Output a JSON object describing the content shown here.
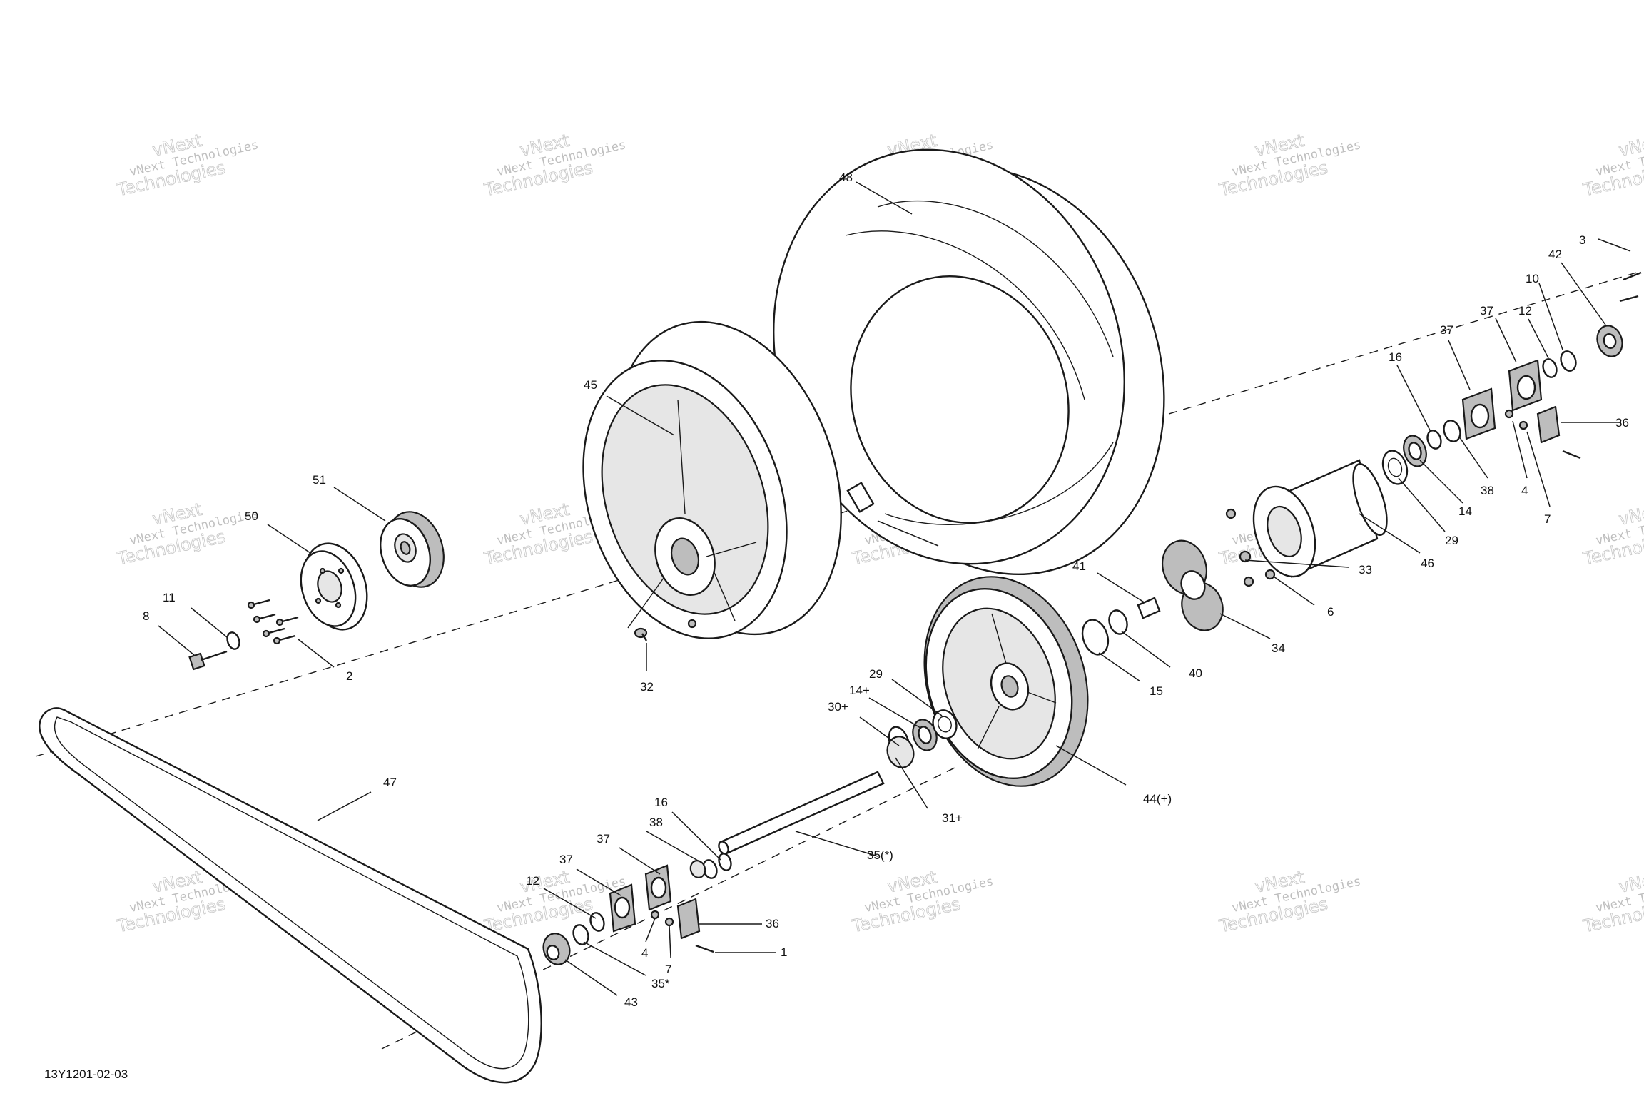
{
  "drawing_number": "13Y1201-02-03",
  "watermark": {
    "line1": "vNext Technologies",
    "line2": "vNext",
    "line3": "Technologies"
  },
  "callouts": [
    {
      "id": "c-48",
      "text": "48"
    },
    {
      "id": "c-45",
      "text": "45"
    },
    {
      "id": "c-51",
      "text": "51"
    },
    {
      "id": "c-50",
      "text": "50"
    },
    {
      "id": "c-11",
      "text": "11"
    },
    {
      "id": "c-8",
      "text": "8"
    },
    {
      "id": "c-2",
      "text": "2"
    },
    {
      "id": "c-32",
      "text": "32"
    },
    {
      "id": "c-3",
      "text": "3"
    },
    {
      "id": "c-42",
      "text": "42"
    },
    {
      "id": "c-10",
      "text": "10"
    },
    {
      "id": "c-37a",
      "text": "37"
    },
    {
      "id": "c-12a",
      "text": "12"
    },
    {
      "id": "c-37b",
      "text": "37"
    },
    {
      "id": "c-16a",
      "text": "16"
    },
    {
      "id": "c-36a",
      "text": "36"
    },
    {
      "id": "c-38a",
      "text": "38"
    },
    {
      "id": "c-4a",
      "text": "4"
    },
    {
      "id": "c-7a",
      "text": "7"
    },
    {
      "id": "c-14a",
      "text": "14"
    },
    {
      "id": "c-29a",
      "text": "29"
    },
    {
      "id": "c-46",
      "text": "46"
    },
    {
      "id": "c-33",
      "text": "33"
    },
    {
      "id": "c-6",
      "text": "6"
    },
    {
      "id": "c-34",
      "text": "34"
    },
    {
      "id": "c-41",
      "text": "41"
    },
    {
      "id": "c-40",
      "text": "40"
    },
    {
      "id": "c-15",
      "text": "15"
    },
    {
      "id": "c-29b",
      "text": "29"
    },
    {
      "id": "c-14b",
      "text": "14+"
    },
    {
      "id": "c-30",
      "text": "30+"
    },
    {
      "id": "c-44",
      "text": "44(+)"
    },
    {
      "id": "c-31",
      "text": "31+"
    },
    {
      "id": "c-47",
      "text": "47"
    },
    {
      "id": "c-16b",
      "text": "16"
    },
    {
      "id": "c-38b",
      "text": "38"
    },
    {
      "id": "c-37c",
      "text": "37"
    },
    {
      "id": "c-37d",
      "text": "37"
    },
    {
      "id": "c-35",
      "text": "35(*)"
    },
    {
      "id": "c-12b",
      "text": "12"
    },
    {
      "id": "c-36b",
      "text": "36"
    },
    {
      "id": "c-1",
      "text": "1"
    },
    {
      "id": "c-4b",
      "text": "4"
    },
    {
      "id": "c-7b",
      "text": "7"
    },
    {
      "id": "c-35s",
      "text": "35*"
    },
    {
      "id": "c-43",
      "text": "43"
    }
  ]
}
